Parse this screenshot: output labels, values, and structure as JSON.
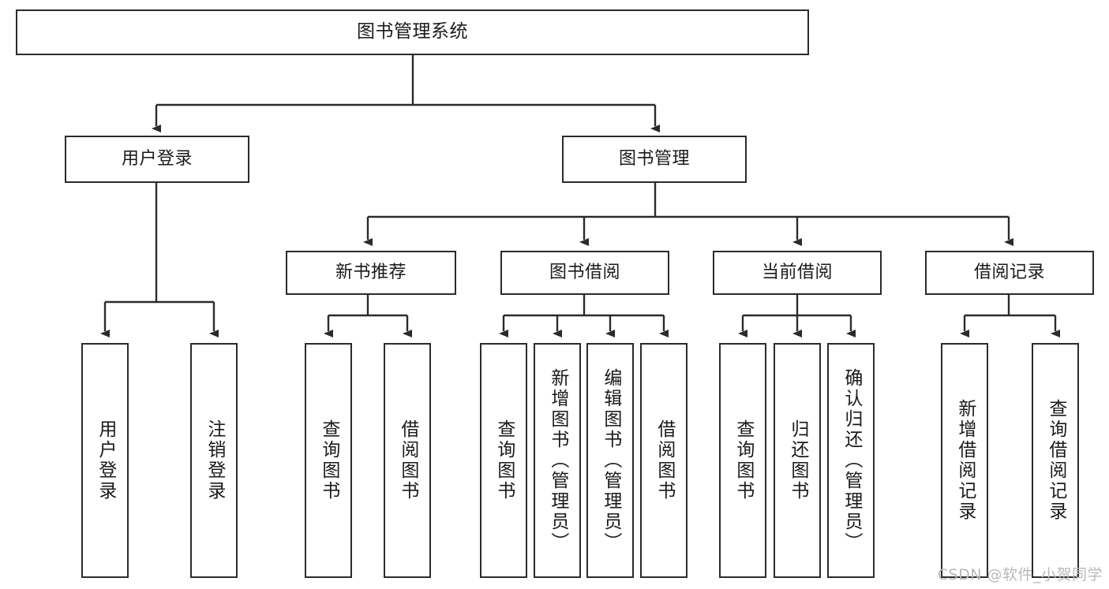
{
  "diagram": {
    "title": "图书管理系统",
    "type": "tree-hierarchy",
    "orientation": "top-down",
    "colors": {
      "box_border": "#2b2b2b",
      "box_fill": "#ffffff",
      "connector": "#2b2b2b",
      "text": "#1a1a1a",
      "watermark": "#b9b9b9",
      "background": "#ffffff"
    },
    "root": {
      "label": "图书管理系统"
    },
    "level1": [
      {
        "id": "user-login",
        "label": "用户登录"
      },
      {
        "id": "book-manage",
        "label": "图书管理"
      }
    ],
    "level2": [
      {
        "id": "new-book-recommend",
        "label": "新书推荐",
        "parent": "book-manage"
      },
      {
        "id": "book-borrow",
        "label": "图书借阅",
        "parent": "book-manage"
      },
      {
        "id": "current-borrow",
        "label": "当前借阅",
        "parent": "book-manage"
      },
      {
        "id": "borrow-record",
        "label": "借阅记录",
        "parent": "book-manage"
      }
    ],
    "leaves": [
      {
        "id": "leaf-user-login",
        "label": "用户登录",
        "parent": "user-login"
      },
      {
        "id": "leaf-user-logout",
        "label": "注销登录",
        "parent": "user-login"
      },
      {
        "id": "leaf-query-book-1",
        "label": "查询图书",
        "parent": "new-book-recommend"
      },
      {
        "id": "leaf-borrow-book-1",
        "label": "借阅图书",
        "parent": "new-book-recommend"
      },
      {
        "id": "leaf-query-book-2",
        "label": "查询图书",
        "parent": "book-borrow"
      },
      {
        "id": "leaf-add-book",
        "label": "新增图书（管理员）",
        "parent": "book-borrow"
      },
      {
        "id": "leaf-edit-book",
        "label": "编辑图书（管理员）",
        "parent": "book-borrow"
      },
      {
        "id": "leaf-borrow-book-2",
        "label": "借阅图书",
        "parent": "book-borrow"
      },
      {
        "id": "leaf-query-book-3",
        "label": "查询图书",
        "parent": "current-borrow"
      },
      {
        "id": "leaf-return-book",
        "label": "归还图书",
        "parent": "current-borrow"
      },
      {
        "id": "leaf-confirm-return",
        "label": "确认归还（管理员）",
        "parent": "current-borrow"
      },
      {
        "id": "leaf-add-record",
        "label": "新增借阅记录",
        "parent": "borrow-record"
      },
      {
        "id": "leaf-query-record",
        "label": "查询借阅记录",
        "parent": "borrow-record"
      }
    ]
  },
  "watermark": {
    "text": "CSDN @软件_小贺同学"
  }
}
